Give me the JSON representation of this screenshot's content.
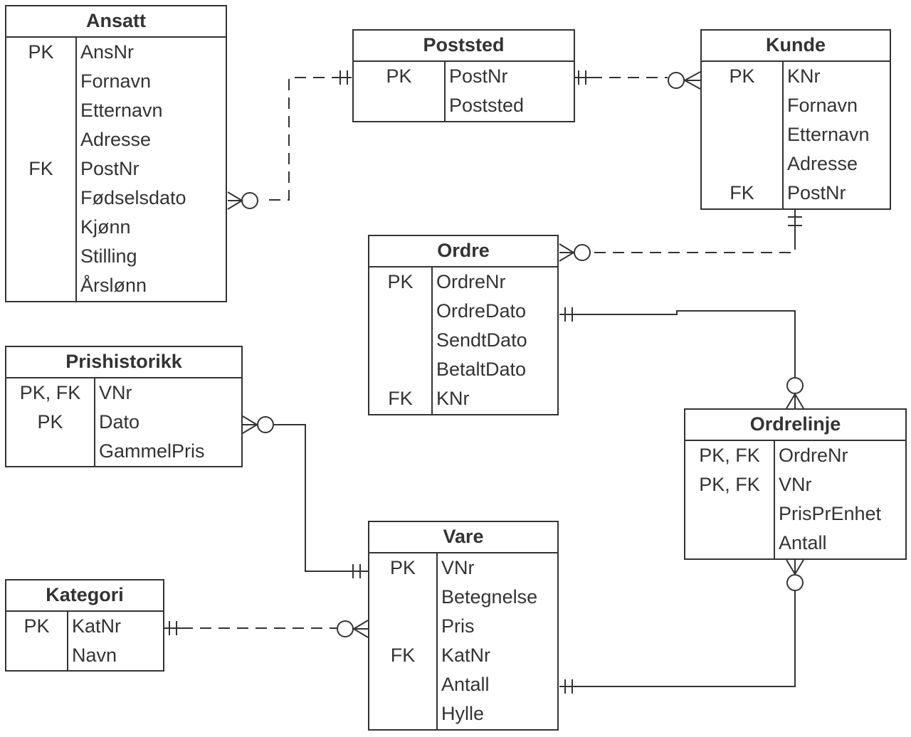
{
  "entities": {
    "ansatt": {
      "name": "Ansatt",
      "rows": [
        {
          "key": "PK",
          "attr": "AnsNr"
        },
        {
          "key": "",
          "attr": "Fornavn"
        },
        {
          "key": "",
          "attr": "Etternavn"
        },
        {
          "key": "",
          "attr": "Adresse"
        },
        {
          "key": "FK",
          "attr": "PostNr"
        },
        {
          "key": "",
          "attr": "Fødselsdato"
        },
        {
          "key": "",
          "attr": "Kjønn"
        },
        {
          "key": "",
          "attr": "Stilling"
        },
        {
          "key": "",
          "attr": "Årslønn"
        }
      ]
    },
    "poststed": {
      "name": "Poststed",
      "rows": [
        {
          "key": "PK",
          "attr": "PostNr"
        },
        {
          "key": "",
          "attr": "Poststed"
        }
      ]
    },
    "kunde": {
      "name": "Kunde",
      "rows": [
        {
          "key": "PK",
          "attr": "KNr"
        },
        {
          "key": "",
          "attr": "Fornavn"
        },
        {
          "key": "",
          "attr": "Etternavn"
        },
        {
          "key": "",
          "attr": "Adresse"
        },
        {
          "key": "FK",
          "attr": "PostNr"
        }
      ]
    },
    "ordre": {
      "name": "Ordre",
      "rows": [
        {
          "key": "PK",
          "attr": "OrdreNr"
        },
        {
          "key": "",
          "attr": "OrdreDato"
        },
        {
          "key": "",
          "attr": "SendtDato"
        },
        {
          "key": "",
          "attr": "BetaltDato"
        },
        {
          "key": "FK",
          "attr": "KNr"
        }
      ]
    },
    "prishistorikk": {
      "name": "Prishistorikk",
      "rows": [
        {
          "key": "PK, FK",
          "attr": "VNr"
        },
        {
          "key": "PK",
          "attr": "Dato"
        },
        {
          "key": "",
          "attr": "GammelPris"
        }
      ]
    },
    "ordrelinje": {
      "name": "Ordrelinje",
      "rows": [
        {
          "key": "PK, FK",
          "attr": "OrdreNr"
        },
        {
          "key": "PK, FK",
          "attr": "VNr"
        },
        {
          "key": "",
          "attr": "PrisPrEnhet"
        },
        {
          "key": "",
          "attr": "Antall"
        }
      ]
    },
    "kategori": {
      "name": "Kategori",
      "rows": [
        {
          "key": "PK",
          "attr": "KatNr"
        },
        {
          "key": "",
          "attr": "Navn"
        }
      ]
    },
    "vare": {
      "name": "Vare",
      "rows": [
        {
          "key": "PK",
          "attr": "VNr"
        },
        {
          "key": "",
          "attr": "Betegnelse"
        },
        {
          "key": "",
          "attr": "Pris"
        },
        {
          "key": "FK",
          "attr": "KatNr"
        },
        {
          "key": "",
          "attr": "Antall"
        },
        {
          "key": "",
          "attr": "Hylle"
        }
      ]
    }
  },
  "relationships": [
    {
      "from": "Poststed",
      "from_cardinality": "one-and-only-one",
      "to": "Ansatt",
      "to_cardinality": "zero-or-many",
      "line": "dashed"
    },
    {
      "from": "Poststed",
      "from_cardinality": "one-and-only-one",
      "to": "Kunde",
      "to_cardinality": "zero-or-many",
      "line": "dashed"
    },
    {
      "from": "Kunde",
      "from_cardinality": "one-and-only-one",
      "to": "Ordre",
      "to_cardinality": "zero-or-many",
      "line": "dashed"
    },
    {
      "from": "Ordre",
      "from_cardinality": "one-and-only-one",
      "to": "Ordrelinje",
      "to_cardinality": "zero-or-many",
      "line": "solid"
    },
    {
      "from": "Vare",
      "from_cardinality": "one-and-only-one",
      "to": "Ordrelinje",
      "to_cardinality": "zero-or-many",
      "line": "solid"
    },
    {
      "from": "Vare",
      "from_cardinality": "one-and-only-one",
      "to": "Prishistorikk",
      "to_cardinality": "zero-or-many",
      "line": "solid"
    },
    {
      "from": "Kategori",
      "from_cardinality": "one-and-only-one",
      "to": "Vare",
      "to_cardinality": "zero-or-many",
      "line": "dashed"
    }
  ],
  "colors": {
    "line": "#333333",
    "background": "#ffffff"
  }
}
